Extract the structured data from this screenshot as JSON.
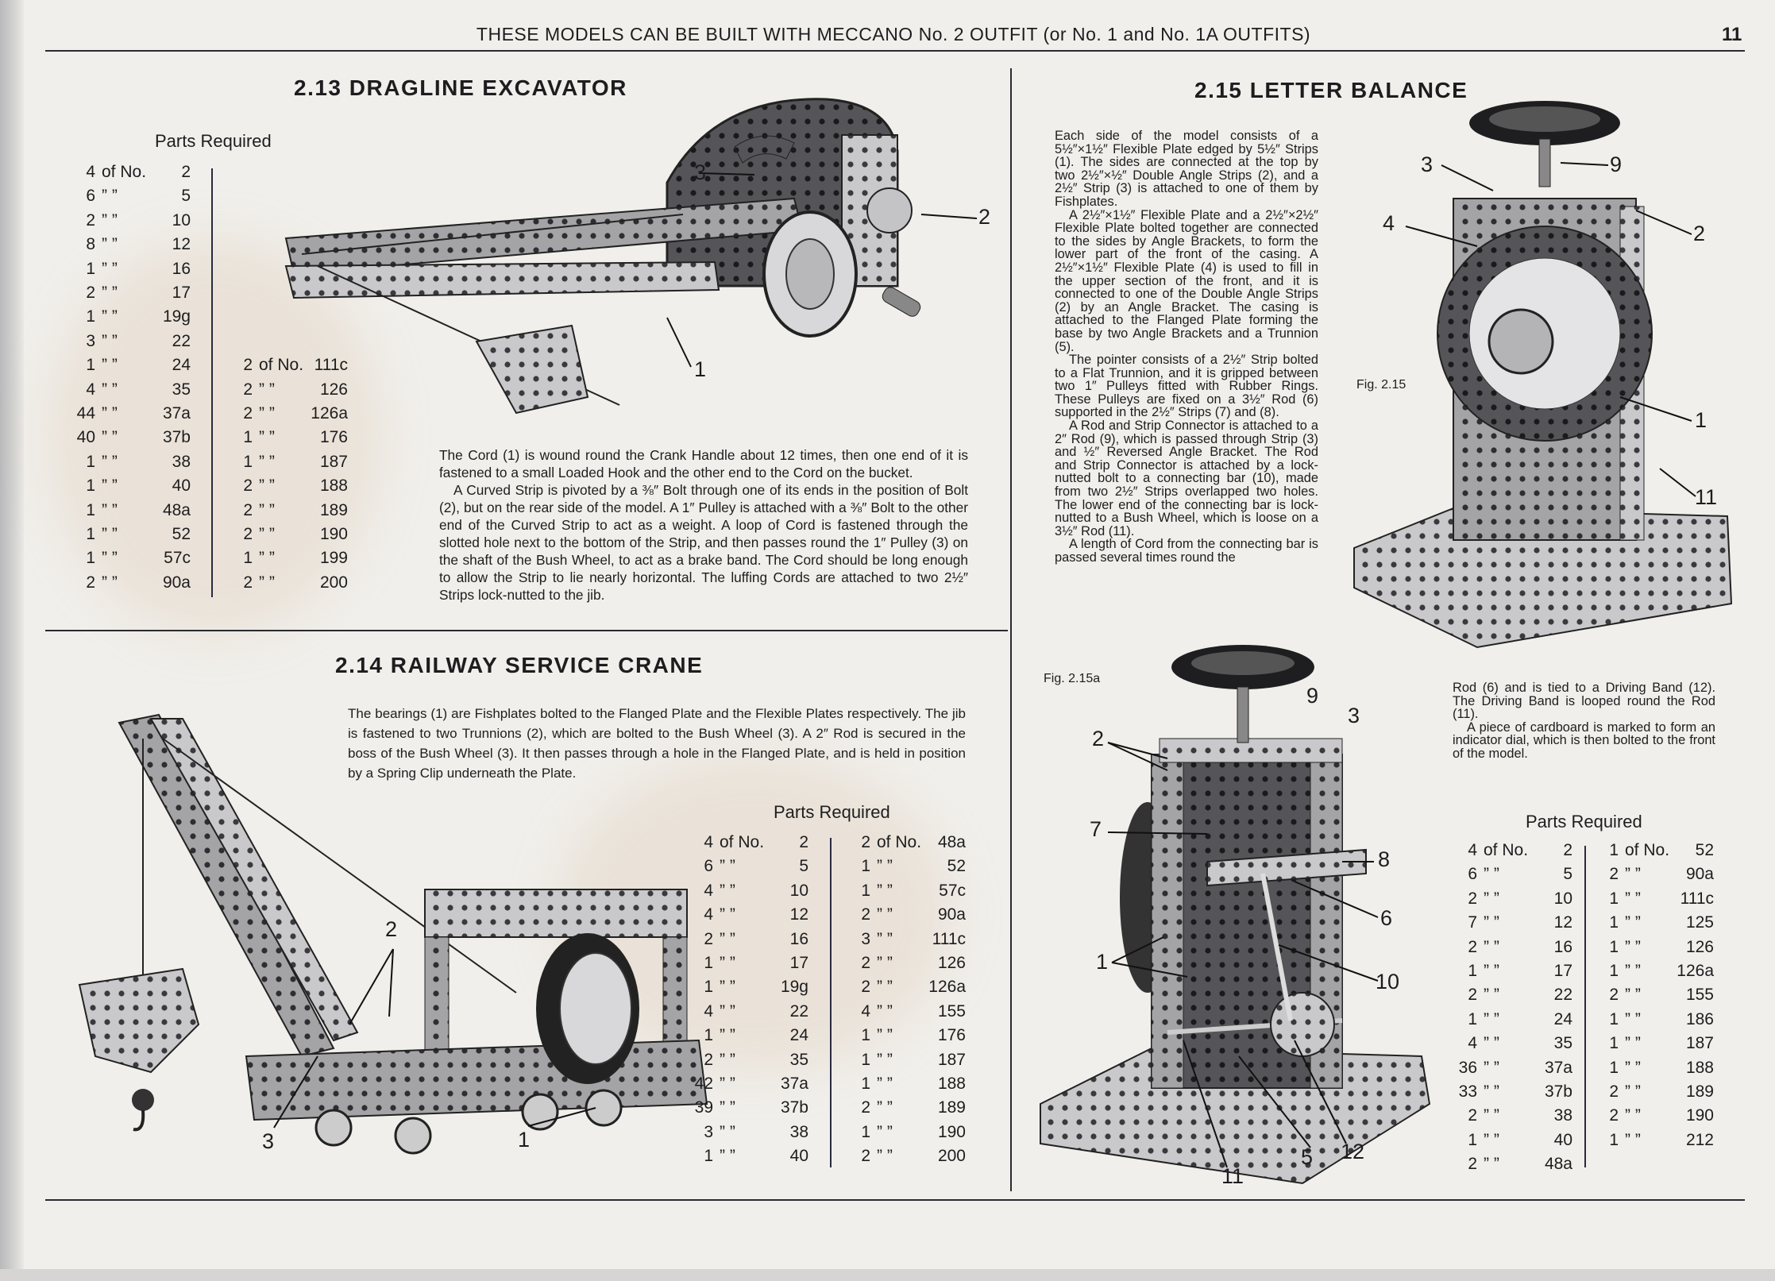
{
  "header": {
    "title": "THESE MODELS CAN BE BUILT WITH MECCANO No. 2 OUTFIT (or No. 1 and No. 1A OUTFITS)",
    "page_number": "11"
  },
  "labels": {
    "of_no": "of No.",
    "ditto": "”   ”"
  },
  "dragline": {
    "title": "2.13  DRAGLINE EXCAVATOR",
    "parts_heading": "Parts Required",
    "parts_left": [
      {
        "qty": "4",
        "no": "2"
      },
      {
        "qty": "6",
        "no": "5"
      },
      {
        "qty": "2",
        "no": "10"
      },
      {
        "qty": "8",
        "no": "12"
      },
      {
        "qty": "1",
        "no": "16"
      },
      {
        "qty": "2",
        "no": "17"
      },
      {
        "qty": "1",
        "no": "19g"
      },
      {
        "qty": "3",
        "no": "22"
      },
      {
        "qty": "1",
        "no": "24"
      },
      {
        "qty": "4",
        "no": "35"
      },
      {
        "qty": "44",
        "no": "37a"
      },
      {
        "qty": "40",
        "no": "37b"
      },
      {
        "qty": "1",
        "no": "38"
      },
      {
        "qty": "1",
        "no": "40"
      },
      {
        "qty": "1",
        "no": "48a"
      },
      {
        "qty": "1",
        "no": "52"
      },
      {
        "qty": "1",
        "no": "57c"
      },
      {
        "qty": "2",
        "no": "90a"
      }
    ],
    "parts_right": [
      {
        "qty": "2",
        "no": "111c"
      },
      {
        "qty": "2",
        "no": "126"
      },
      {
        "qty": "2",
        "no": "126a"
      },
      {
        "qty": "1",
        "no": "176"
      },
      {
        "qty": "1",
        "no": "187"
      },
      {
        "qty": "2",
        "no": "188"
      },
      {
        "qty": "2",
        "no": "189"
      },
      {
        "qty": "2",
        "no": "190"
      },
      {
        "qty": "1",
        "no": "199"
      },
      {
        "qty": "2",
        "no": "200"
      }
    ],
    "paragraphs": [
      "The Cord (1) is wound round the Crank Handle about 12 times, then one end of it is fastened to a small Loaded Hook and the other end to the Cord on the bucket.",
      "A Curved Strip is pivoted by a ⅜″ Bolt through one of its ends in the position of Bolt (2), but on the rear side of the model. A 1″ Pulley is attached with a ⅜″ Bolt to the other end of the Curved Strip to act as a weight. A loop of Cord is fastened through the slotted hole next to the bottom of the Strip, and then passes round the 1″ Pulley (3) on the shaft of the Bush Wheel, to act as a brake band. The Cord should be long enough to allow the Strip to lie nearly horizontal. The luffing Cords are attached to two 2½″ Strips lock-nutted to the jib."
    ],
    "callouts": [
      "3",
      "2",
      "1"
    ]
  },
  "crane": {
    "title": "2.14  RAILWAY SERVICE CRANE",
    "paragraph": "The bearings (1) are Fishplates bolted to the Flanged Plate and the Flexible Plates respectively. The jib is fastened to two Trunnions (2), which are bolted to the Bush Wheel (3). A 2″ Rod is secured in the boss of the Bush Wheel (3). It then passes through a hole in the Flanged Plate, and is held in position by a Spring Clip underneath the Plate.",
    "parts_heading": "Parts Required",
    "parts_left": [
      {
        "qty": "4",
        "no": "2"
      },
      {
        "qty": "6",
        "no": "5"
      },
      {
        "qty": "4",
        "no": "10"
      },
      {
        "qty": "4",
        "no": "12"
      },
      {
        "qty": "2",
        "no": "16"
      },
      {
        "qty": "1",
        "no": "17"
      },
      {
        "qty": "1",
        "no": "19g"
      },
      {
        "qty": "4",
        "no": "22"
      },
      {
        "qty": "1",
        "no": "24"
      },
      {
        "qty": "2",
        "no": "35"
      },
      {
        "qty": "42",
        "no": "37a"
      },
      {
        "qty": "39",
        "no": "37b"
      },
      {
        "qty": "3",
        "no": "38"
      },
      {
        "qty": "1",
        "no": "40"
      }
    ],
    "parts_right": [
      {
        "qty": "2",
        "no": "48a"
      },
      {
        "qty": "1",
        "no": "52"
      },
      {
        "qty": "1",
        "no": "57c"
      },
      {
        "qty": "2",
        "no": "90a"
      },
      {
        "qty": "3",
        "no": "111c"
      },
      {
        "qty": "2",
        "no": "126"
      },
      {
        "qty": "2",
        "no": "126a"
      },
      {
        "qty": "4",
        "no": "155"
      },
      {
        "qty": "1",
        "no": "176"
      },
      {
        "qty": "1",
        "no": "187"
      },
      {
        "qty": "1",
        "no": "188"
      },
      {
        "qty": "2",
        "no": "189"
      },
      {
        "qty": "1",
        "no": "190"
      },
      {
        "qty": "2",
        "no": "200"
      }
    ],
    "callouts": [
      "2",
      "3",
      "1"
    ]
  },
  "balance": {
    "title": "2.15  LETTER BALANCE",
    "paragraphs": [
      "Each side of the model consists of a 5½″×1½″ Flexible Plate edged by 5½″ Strips (1). The sides are connected at the top by two 2½″×½″ Double Angle Strips (2), and a 2½″ Strip (3) is attached to one of them by Fishplates.",
      "A 2½″×1½″ Flexible Plate and a 2½″×2½″ Flexible Plate bolted together are connected to the sides by Angle Brackets, to form the lower part of the front of the casing. A 2½″×1½″ Flexible Plate (4) is used to fill in the upper section of the front, and it is connected to one of the Double Angle Strips (2) by an Angle Bracket. The casing is attached to the Flanged Plate forming the base by two Angle Brackets and a Trunnion (5).",
      "The pointer consists of a 2½″ Strip bolted to a Flat Trunnion, and it is gripped between two 1″ Pulleys fitted with Rubber Rings. These Pulleys are fixed on a 3½″ Rod (6) supported in the 2½″ Strips (7) and (8).",
      "A Rod and Strip Connector is attached to a 2″ Rod (9), which is passed through Strip (3) and ½″ Reversed Angle Bracket. The Rod and Strip Connector is attached by a lock-nutted bolt to a connecting bar (10), made from two 2½″ Strips overlapped two holes. The lower end of the connecting bar is lock-nutted to a Bush Wheel, which is loose on a 3½″ Rod (11).",
      "A length of Cord from the connecting bar is passed several times round the"
    ],
    "continuation": [
      "Rod (6) and is tied to a Driving Band (12). The Driving Band is looped round the Rod (11).",
      "A piece of cardboard is marked to form an indicator dial, which is then bolted to the front of the model."
    ],
    "fig1_label": "Fig. 2.15",
    "fig2_label": "Fig. 2.15a",
    "fig1_callouts": [
      "3",
      "9",
      "4",
      "2",
      "1",
      "11"
    ],
    "fig2_callouts": [
      "9",
      "3",
      "2",
      "7",
      "8",
      "6",
      "1",
      "10",
      "11",
      "5",
      "12"
    ],
    "parts_heading": "Parts Required",
    "parts_left": [
      {
        "qty": "4",
        "no": "2"
      },
      {
        "qty": "6",
        "no": "5"
      },
      {
        "qty": "2",
        "no": "10"
      },
      {
        "qty": "7",
        "no": "12"
      },
      {
        "qty": "2",
        "no": "16"
      },
      {
        "qty": "1",
        "no": "17"
      },
      {
        "qty": "2",
        "no": "22"
      },
      {
        "qty": "1",
        "no": "24"
      },
      {
        "qty": "4",
        "no": "35"
      },
      {
        "qty": "36",
        "no": "37a"
      },
      {
        "qty": "33",
        "no": "37b"
      },
      {
        "qty": "2",
        "no": "38"
      },
      {
        "qty": "1",
        "no": "40"
      },
      {
        "qty": "2",
        "no": "48a"
      }
    ],
    "parts_right": [
      {
        "qty": "1",
        "no": "52"
      },
      {
        "qty": "2",
        "no": "90a"
      },
      {
        "qty": "1",
        "no": "111c"
      },
      {
        "qty": "1",
        "no": "125"
      },
      {
        "qty": "1",
        "no": "126"
      },
      {
        "qty": "1",
        "no": "126a"
      },
      {
        "qty": "2",
        "no": "155"
      },
      {
        "qty": "1",
        "no": "186"
      },
      {
        "qty": "1",
        "no": "187"
      },
      {
        "qty": "1",
        "no": "188"
      },
      {
        "qty": "2",
        "no": "189"
      },
      {
        "qty": "2",
        "no": "190"
      },
      {
        "qty": "1",
        "no": "212"
      }
    ]
  },
  "colors": {
    "paper": "#f1efeb",
    "ink": "#1d1d1f",
    "metal": "#9a9a9c",
    "metal_dark": "#4a4a4e"
  }
}
